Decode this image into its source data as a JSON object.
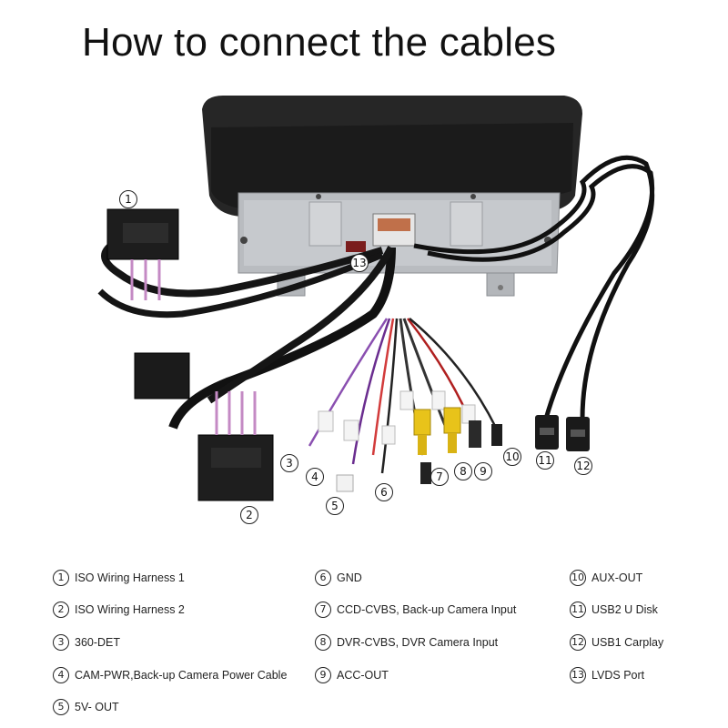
{
  "title": "How to connect the cables",
  "callouts": {
    "c1": "1",
    "c2": "2",
    "c3": "3",
    "c4": "4",
    "c5": "5",
    "c6": "6",
    "c7": "7",
    "c8": "8",
    "c9": "9",
    "c10": "10",
    "c11": "11",
    "c12": "12",
    "c13": "13"
  },
  "legend": [
    {
      "num": "1",
      "label": "ISO Wiring Harness 1"
    },
    {
      "num": "2",
      "label": "ISO Wiring Harness 2"
    },
    {
      "num": "3",
      "label": "360-DET"
    },
    {
      "num": "4",
      "label": "CAM-PWR,Back-up Camera Power Cable"
    },
    {
      "num": "5",
      "label": "5V- OUT"
    },
    {
      "num": "6",
      "label": "GND"
    },
    {
      "num": "7",
      "label": "CCD-CVBS, Back-up Camera Input"
    },
    {
      "num": "8",
      "label": "DVR-CVBS, DVR Camera Input"
    },
    {
      "num": "9",
      "label": "ACC-OUT"
    },
    {
      "num": "10",
      "label": "AUX-OUT"
    },
    {
      "num": "11",
      "label": "USB2  U Disk"
    },
    {
      "num": "12",
      "label": "USB1 Carplay"
    },
    {
      "num": "13",
      "label": "LVDS Port"
    }
  ]
}
